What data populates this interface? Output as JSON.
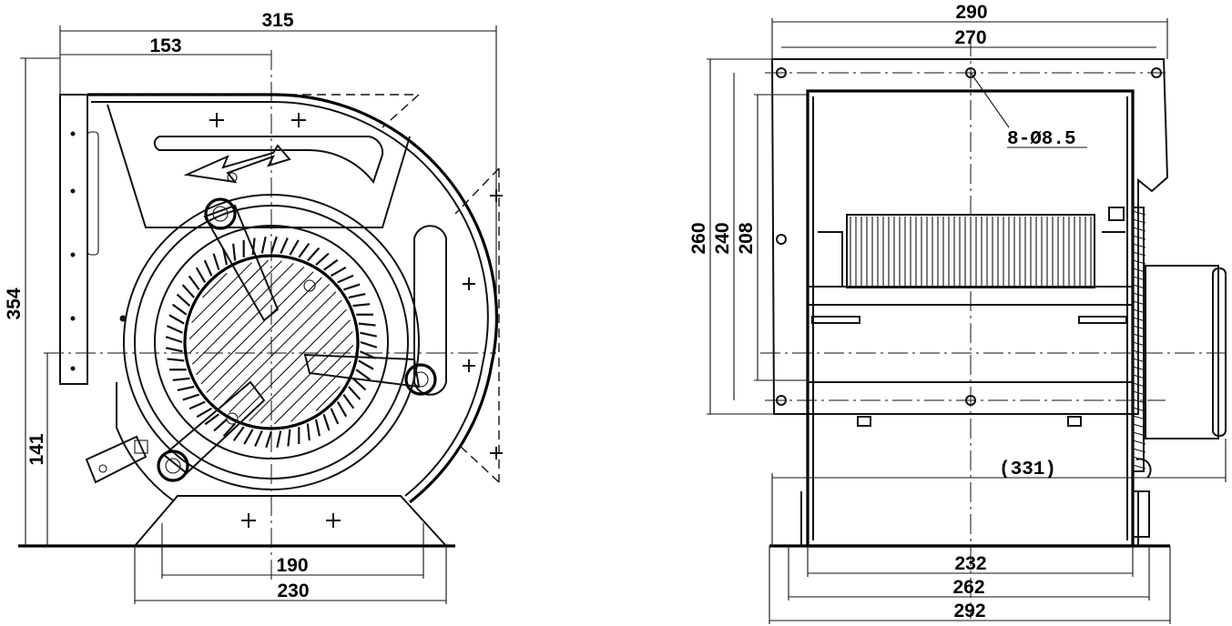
{
  "front_view": {
    "dimensions": {
      "overall_width": "315",
      "inlet_offset": "153",
      "overall_height": "354",
      "shaft_height": "141",
      "base_hole_spacing": "190",
      "base_width": "230"
    }
  },
  "side_view": {
    "dimensions": {
      "flange_width": "290",
      "flange_hole_spacing": "270",
      "flange_height": "260",
      "flange_hole_height": "240",
      "outlet_height": "208",
      "overall_length": "(331)",
      "body_width": "232",
      "base_hole_spacing": "262",
      "base_width": "292"
    },
    "hole_callout": "8-Ø8.5"
  },
  "colors": {
    "line": "#111111",
    "background": "#ffffff"
  }
}
